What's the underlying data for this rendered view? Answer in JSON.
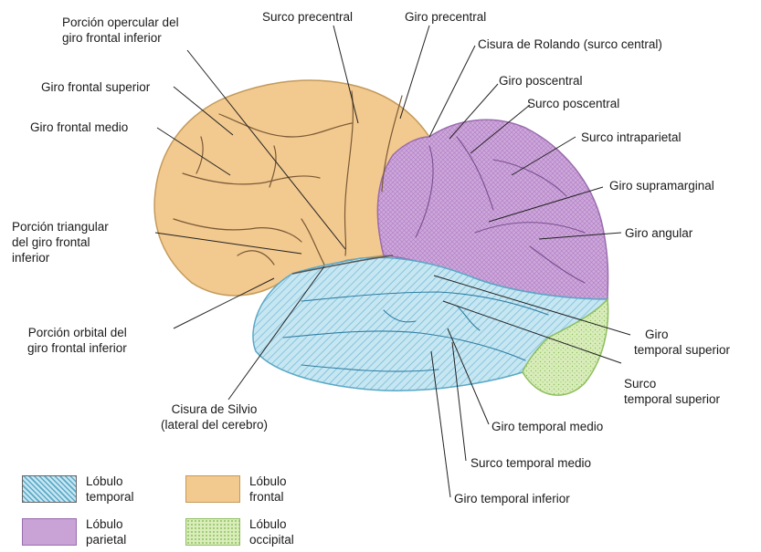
{
  "labels": {
    "opercular": [
      "Porción opercular del",
      "giro frontal inferior"
    ],
    "precentral_sulcus": "Surco precentral",
    "precentral_gyrus": "Giro precentral",
    "rolando": "Cisura de Rolando (surco central)",
    "frontal_superior": "Giro frontal superior",
    "postcentral_gyrus": "Giro poscentral",
    "postcentral_sulcus": "Surco poscentral",
    "frontal_medio": "Giro frontal medio",
    "intraparietal": "Surco intraparietal",
    "supramarginal": "Giro supramarginal",
    "triangular": [
      "Porción triangular",
      "del giro frontal",
      "inferior"
    ],
    "angular": "Giro angular",
    "orbital": [
      "Porción orbital del",
      "giro frontal inferior"
    ],
    "temporal_superior_gyrus": [
      "Giro",
      "temporal superior"
    ],
    "temporal_superior_sulcus": [
      "Surco",
      "temporal superior"
    ],
    "silvio": [
      "Cisura de Silvio",
      "(lateral del cerebro)"
    ],
    "temporal_medio_gyrus": "Giro temporal medio",
    "temporal_medio_sulcus": "Surco temporal medio",
    "temporal_inferior_gyrus": "Giro temporal inferior"
  },
  "legend": {
    "temporal": [
      "Lóbulo",
      "temporal"
    ],
    "frontal": [
      "Lóbulo",
      "frontal"
    ],
    "parietal": [
      "Lóbulo",
      "parietal"
    ],
    "occipital": [
      "Lóbulo",
      "occipital"
    ]
  },
  "colors": {
    "frontal": "#f2c98f",
    "parietal": "#c9a2d6",
    "temporal": "#b8e0ee",
    "occipital": "#d7ebb6",
    "outline": "#555555",
    "sulcus": "#6a4a2a"
  }
}
